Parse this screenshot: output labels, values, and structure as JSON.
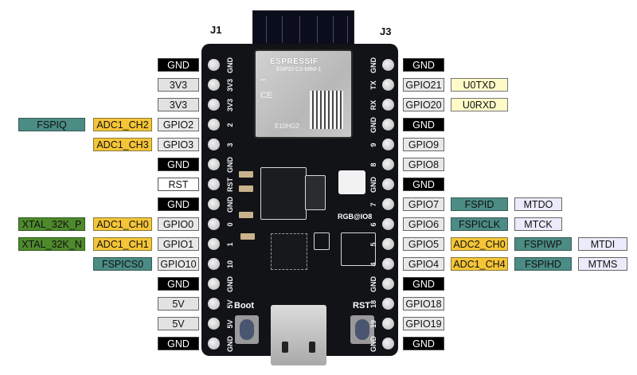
{
  "headers": {
    "left": "J1",
    "right": "J3"
  },
  "board": {
    "module_brand": "ESPRESSIF",
    "module_model": "ESP32-C3-MINI-1",
    "module_id": "E10HG2",
    "button_left": "Boot",
    "button_right": "RST",
    "led_label": "RGB@IO8"
  },
  "j1": [
    {
      "silk": "GND",
      "labels": [
        {
          "text": "GND",
          "type": "gnd"
        }
      ]
    },
    {
      "silk": "3V3",
      "labels": [
        {
          "text": "3V3",
          "type": "pwr"
        }
      ]
    },
    {
      "silk": "3V3",
      "labels": [
        {
          "text": "3V3",
          "type": "pwr"
        }
      ]
    },
    {
      "silk": "2",
      "labels": [
        {
          "text": "GPIO2",
          "type": "gpio"
        },
        {
          "text": "ADC1_CH2",
          "type": "adc"
        },
        {
          "text": "FSPIQ",
          "type": "fspi"
        }
      ]
    },
    {
      "silk": "3",
      "labels": [
        {
          "text": "GPIO3",
          "type": "gpio"
        },
        {
          "text": "ADC1_CH3",
          "type": "adc"
        }
      ]
    },
    {
      "silk": "GND",
      "labels": [
        {
          "text": "GND",
          "type": "gnd"
        }
      ]
    },
    {
      "silk": "RST",
      "labels": [
        {
          "text": "RST",
          "type": "rst"
        }
      ]
    },
    {
      "silk": "GND",
      "labels": [
        {
          "text": "GND",
          "type": "gnd"
        }
      ]
    },
    {
      "silk": "0",
      "labels": [
        {
          "text": "GPIO0",
          "type": "gpio"
        },
        {
          "text": "ADC1_CH0",
          "type": "adc"
        },
        {
          "text": "XTAL_32K_P",
          "type": "xtal"
        }
      ]
    },
    {
      "silk": "1",
      "labels": [
        {
          "text": "GPIO1",
          "type": "gpio"
        },
        {
          "text": "ADC1_CH1",
          "type": "adc"
        },
        {
          "text": "XTAL_32K_N",
          "type": "xtal"
        }
      ]
    },
    {
      "silk": "10",
      "labels": [
        {
          "text": "GPIO10",
          "type": "gpio"
        },
        {
          "text": "FSPICS0",
          "type": "fspi"
        }
      ]
    },
    {
      "silk": "GND",
      "labels": [
        {
          "text": "GND",
          "type": "gnd"
        }
      ]
    },
    {
      "silk": "5V",
      "labels": [
        {
          "text": "5V",
          "type": "pwr"
        }
      ]
    },
    {
      "silk": "5V",
      "labels": [
        {
          "text": "5V",
          "type": "pwr"
        }
      ]
    },
    {
      "silk": "GND",
      "labels": [
        {
          "text": "GND",
          "type": "gnd"
        }
      ]
    }
  ],
  "j3": [
    {
      "silk": "GND",
      "labels": [
        {
          "text": "GND",
          "type": "gnd"
        }
      ]
    },
    {
      "silk": "TX",
      "labels": [
        {
          "text": "GPIO21",
          "type": "gpio"
        },
        {
          "text": "U0TXD",
          "type": "uart"
        }
      ]
    },
    {
      "silk": "RX",
      "labels": [
        {
          "text": "GPIO20",
          "type": "gpio"
        },
        {
          "text": "U0RXD",
          "type": "uart"
        }
      ]
    },
    {
      "silk": "GND",
      "labels": [
        {
          "text": "GND",
          "type": "gnd"
        }
      ]
    },
    {
      "silk": "9",
      "labels": [
        {
          "text": "GPIO9",
          "type": "gpio"
        }
      ]
    },
    {
      "silk": "8",
      "labels": [
        {
          "text": "GPIO8",
          "type": "gpio"
        }
      ]
    },
    {
      "silk": "GND",
      "labels": [
        {
          "text": "GND",
          "type": "gnd"
        }
      ]
    },
    {
      "silk": "7",
      "labels": [
        {
          "text": "GPIO7",
          "type": "gpio"
        },
        {
          "text": "FSPID",
          "type": "fspi"
        },
        {
          "text": "MTDO",
          "type": "jtag"
        }
      ]
    },
    {
      "silk": "6",
      "labels": [
        {
          "text": "GPIO6",
          "type": "gpio"
        },
        {
          "text": "FSPICLK",
          "type": "fspi"
        },
        {
          "text": "MTCK",
          "type": "jtag"
        }
      ]
    },
    {
      "silk": "5",
      "labels": [
        {
          "text": "GPIO5",
          "type": "gpio"
        },
        {
          "text": "ADC2_CH0",
          "type": "adc"
        },
        {
          "text": "FSPIWP",
          "type": "fspi"
        },
        {
          "text": "MTDI",
          "type": "jtag"
        }
      ]
    },
    {
      "silk": "4",
      "labels": [
        {
          "text": "GPIO4",
          "type": "gpio"
        },
        {
          "text": "ADC1_CH4",
          "type": "adc"
        },
        {
          "text": "FSPIHD",
          "type": "fspi"
        },
        {
          "text": "MTMS",
          "type": "jtag"
        }
      ]
    },
    {
      "silk": "GND",
      "labels": [
        {
          "text": "GND",
          "type": "gnd"
        }
      ]
    },
    {
      "silk": "18",
      "labels": [
        {
          "text": "GPIO18",
          "type": "gpio"
        }
      ]
    },
    {
      "silk": "19",
      "labels": [
        {
          "text": "GPIO19",
          "type": "gpio"
        }
      ]
    },
    {
      "silk": "GND",
      "labels": [
        {
          "text": "GND",
          "type": "gnd"
        }
      ]
    }
  ]
}
